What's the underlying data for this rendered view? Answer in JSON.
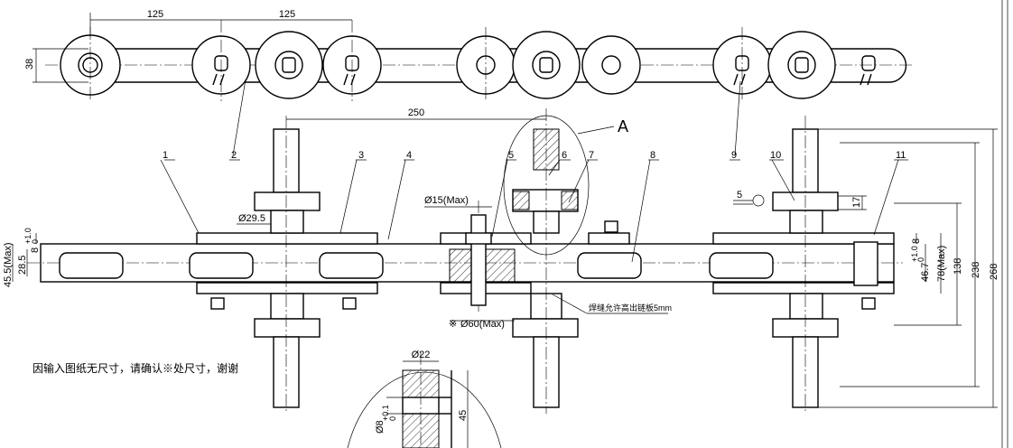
{
  "dimensions": {
    "pitch_left": "125",
    "pitch_right": "125",
    "plate_height": "38",
    "attach_spacing": "250",
    "pin_dia": "Ø29.5",
    "bolt_dia": "Ø15(Max)",
    "roller_dia": "Ø60(Max)",
    "roller_mark": "※",
    "overall_width": "45.5(Max)",
    "inner_width": "28.5",
    "inner_width_tol_upper": "+1.0",
    "inner_width_tol_lower": "0",
    "plate_thk": "8",
    "inner_gap": "46.7",
    "inner_gap_tol_upper": "+1.0",
    "inner_gap_tol_lower": "0",
    "outer_max": "78(Max)",
    "d_138": "138",
    "d_238": "238",
    "d_268": "268",
    "d_17": "17",
    "d_5": "5",
    "detail_dia": "Ø22",
    "detail_h": "45",
    "detail_bore": "Ø8",
    "detail_bore_tol_upper": "+0.1",
    "detail_bore_tol_lower": "0"
  },
  "labels": {
    "view_a": "A",
    "part_1": "1",
    "part_2": "2",
    "part_3": "3",
    "part_4": "4",
    "part_5": "5",
    "part_6": "6",
    "part_7": "7",
    "part_8": "8",
    "part_9": "9",
    "part_10": "10",
    "part_11": "11"
  },
  "notes": {
    "weld_note": "焊缝允许高出链板5mm",
    "customer_note": "因输入图纸无尺寸，请确认※处尺寸，谢谢"
  }
}
